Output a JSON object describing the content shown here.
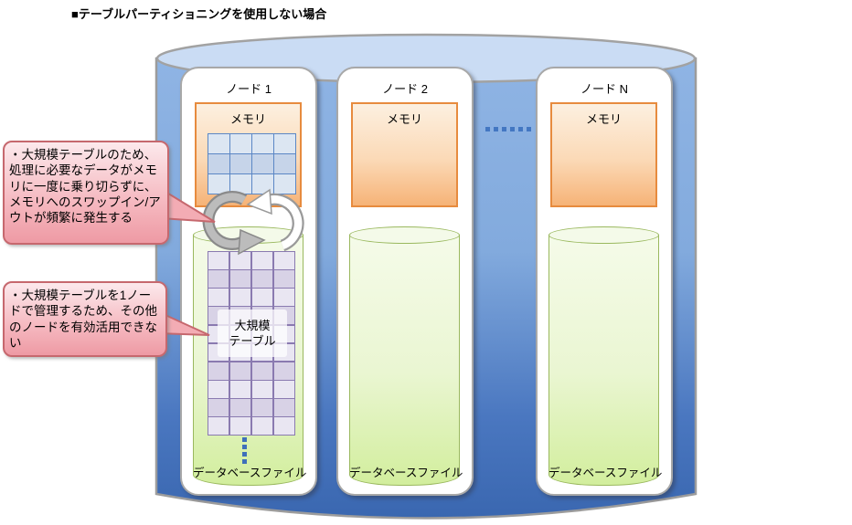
{
  "title": "■テーブルパーティショニングを使用しない場合",
  "callouts": [
    {
      "text": "・大規模テーブルのため、処理に必要なデータがメモリに一度に乗り切らずに、メモリへのスワップイン/アウトが頻繁に発生する"
    },
    {
      "text": "・大規模テーブルを1ノードで管理するため、その他のノードを有効活用できない"
    }
  ],
  "nodes": [
    {
      "label": "ノード 1",
      "memory_label": "メモリ",
      "table_label": "大規模\nテーブル",
      "db_label": "データベースファイル"
    },
    {
      "label": "ノード 2",
      "memory_label": "メモリ",
      "db_label": "データベースファイル"
    },
    {
      "label": "ノード N",
      "memory_label": "メモリ",
      "db_label": "データベースファイル"
    }
  ],
  "grids": {
    "memory_grid": {
      "cols": 4,
      "rows": 3,
      "dark_rows": [
        1
      ]
    },
    "table_grid": {
      "cols": 4,
      "rows": 10,
      "dark_rows": [
        1,
        3,
        6,
        8
      ]
    }
  },
  "icons": {
    "swap": "swap-arrows-icon",
    "horizontal_ellipsis": "ellipsis-icon",
    "vertical_ellipsis": "vertical-ellipsis-icon"
  },
  "colors": {
    "container_blue_top": "#8fb4e4",
    "container_blue_bottom": "#3a67b0",
    "container_top_ellipse": "#cadcf4",
    "node_border": "#a8a8a8",
    "memory_border": "#e78b3e",
    "memory_fill_bottom": "#f6b377",
    "cylinder_border": "#9ab85e",
    "cylinder_fill_bottom": "#d2ee9d",
    "grid_blue_line": "#5b87c5",
    "grid_purple_line": "#8a7ab0",
    "dots_blue": "#3f70ba",
    "callout_border": "#c6686e",
    "callout_fill": "#ee9aa4"
  }
}
